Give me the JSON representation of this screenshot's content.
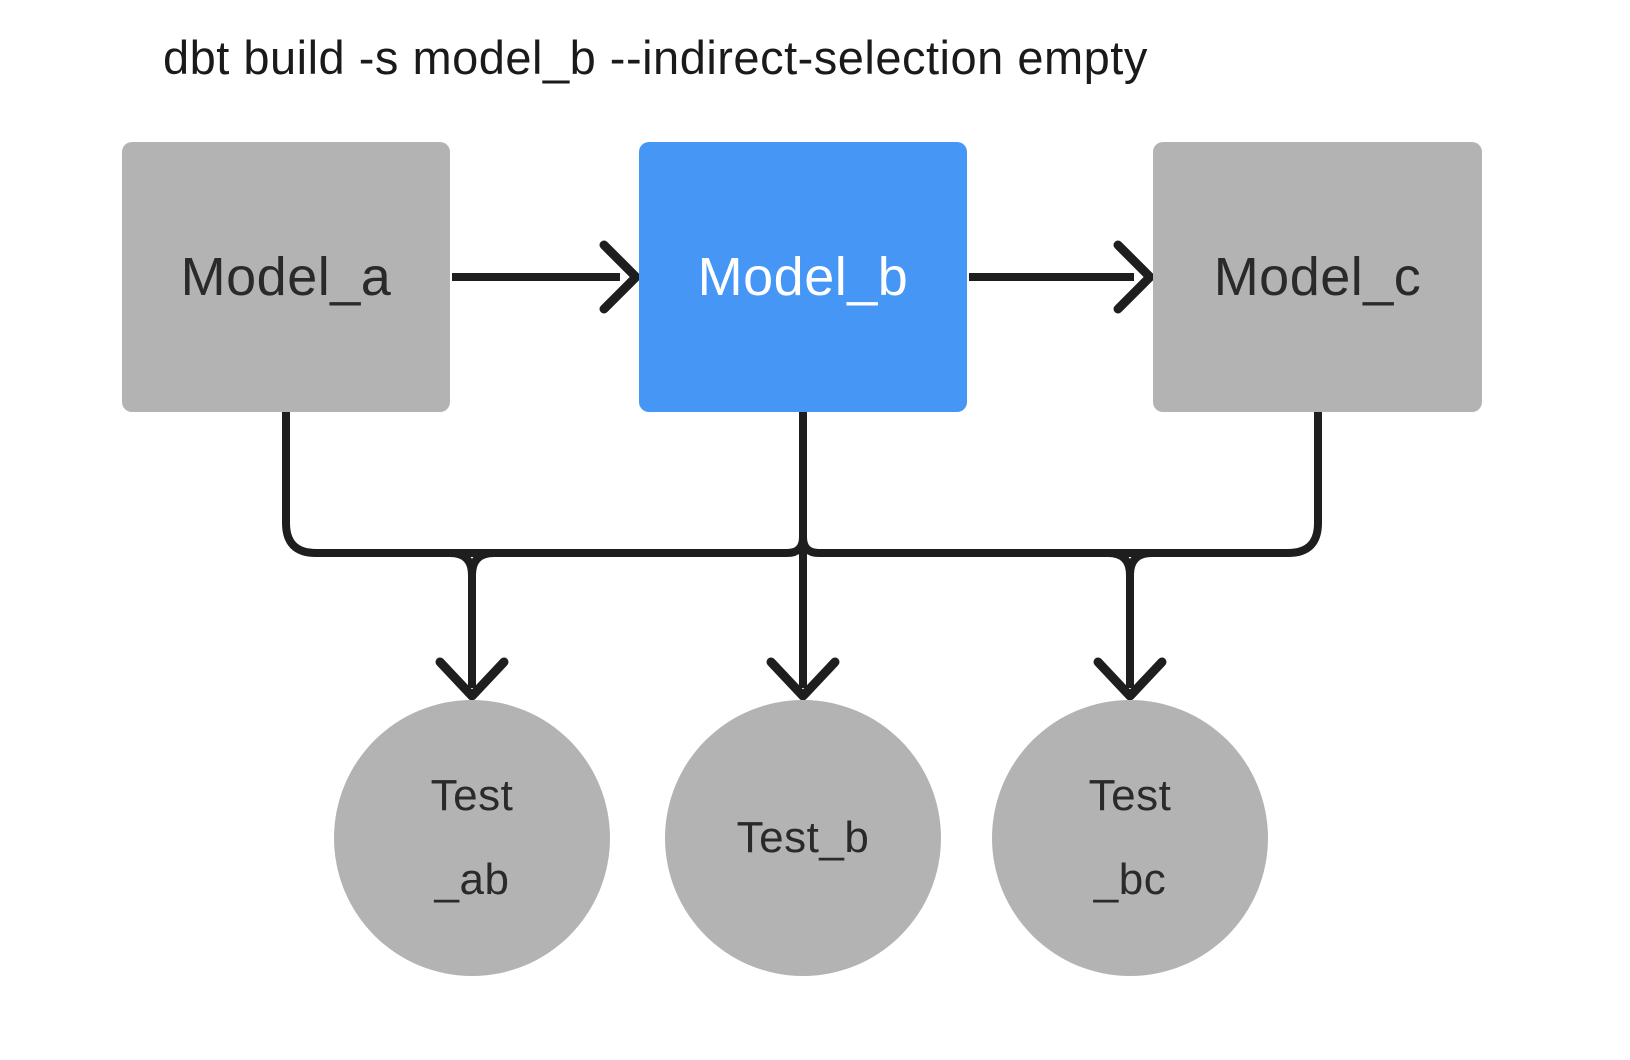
{
  "title": "dbt build -s model_b --indirect-selection empty",
  "colors": {
    "background": "#ffffff",
    "title_text": "#1a1a1a",
    "edge": "#1e1e1e",
    "node_gray": "#b3b3b3",
    "node_selected_blue": "#4596f5",
    "text_dark": "#2a2a2a",
    "text_on_blue": "#ffffff"
  },
  "nodes": {
    "model_a": {
      "label": "Model_a",
      "selected": false,
      "fill": "#b3b3b3",
      "text_color": "#2a2a2a"
    },
    "model_b": {
      "label": "Model_b",
      "selected": true,
      "fill": "#4596f5",
      "text_color": "#ffffff"
    },
    "model_c": {
      "label": "Model_c",
      "selected": false,
      "fill": "#b3b3b3",
      "text_color": "#2a2a2a"
    }
  },
  "tests": {
    "test_ab": {
      "line1": "Test",
      "line2": "_ab",
      "fill": "#b3b3b3",
      "text_color": "#2a2a2a"
    },
    "test_b": {
      "line1": "Test_b",
      "line2": "",
      "fill": "#b3b3b3",
      "text_color": "#2a2a2a"
    },
    "test_bc": {
      "line1": "Test",
      "line2": "_bc",
      "fill": "#b3b3b3",
      "text_color": "#2a2a2a"
    }
  },
  "edges": [
    {
      "from": "Model_a",
      "to": "Model_b",
      "type": "arrow"
    },
    {
      "from": "Model_b",
      "to": "Model_c",
      "type": "arrow"
    },
    {
      "from": "Model_a",
      "to": "tests-rail",
      "type": "line"
    },
    {
      "from": "Model_b",
      "to": "tests-rail",
      "type": "line"
    },
    {
      "from": "Model_c",
      "to": "tests-rail",
      "type": "line"
    },
    {
      "from": "tests-rail",
      "to": "Test_ab",
      "type": "arrow"
    },
    {
      "from": "tests-rail",
      "to": "Test_b",
      "type": "arrow"
    },
    {
      "from": "tests-rail",
      "to": "Test_bc",
      "type": "arrow"
    }
  ]
}
